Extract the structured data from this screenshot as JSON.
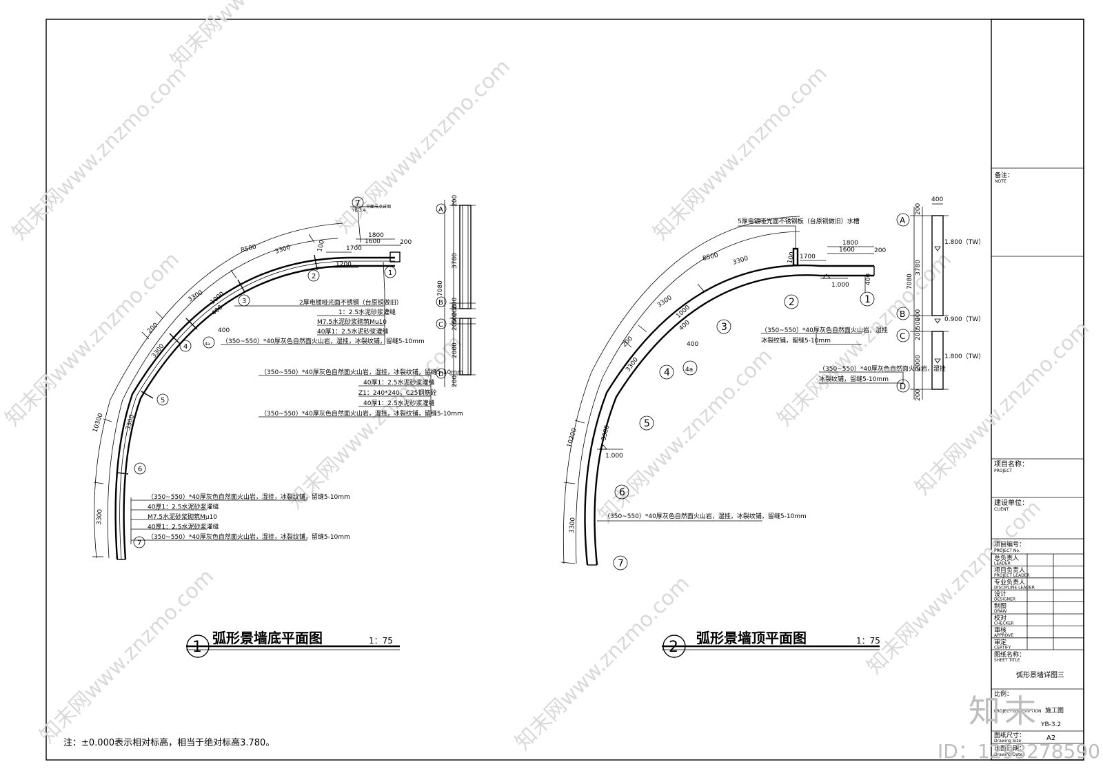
{
  "drawing1": {
    "number": "1",
    "title": "弧形景墙底平面图",
    "scale": "1：75",
    "detail_ref": {
      "number": "7",
      "sheet": "YB-3.4",
      "label": "平面节点详图"
    },
    "outer_dims": [
      "8500",
      "3300",
      "3300",
      "200",
      "3300",
      "10300",
      "3300",
      "3300"
    ],
    "top_dims": [
      "1800",
      "1600",
      "200",
      "1700",
      "1200",
      "100",
      "1000",
      "400",
      "400"
    ],
    "axis_markers": [
      "1",
      "2",
      "3",
      "4",
      "4a",
      "5",
      "6",
      "7"
    ],
    "notes_a": [
      "2厚电镀哑光面不锈钢（台原铜做旧）",
      "1：2.5水泥砂浆灌缝",
      "M7.5水泥砂浆砌筑Mu10",
      "40厚1：2.5水泥砂浆灌缝",
      "（350~550）*40厚灰色自然面火山岩，湿挂，冰裂纹铺，留缝5-10mm"
    ],
    "notes_b": [
      "（350~550）*40厚灰色自然面火山岩，湿挂，冰裂纹铺，留缝5-10mm",
      "40厚1：2.5水泥砂浆灌缝",
      "Z1：240*240，C25钢筋砼",
      "40厚1：2.5水泥砂浆灌缝",
      "（350~550）*40厚灰色自然面火山岩，湿挂，冰裂纹铺，留缝5-10mm"
    ],
    "notes_c": [
      "（350~550）*40厚灰色自然面火山岩，湿挂，冰裂纹铺，留缝5-10mm",
      "40厚1：2.5水泥砂浆灌缝",
      "M7.5水泥砂浆砌筑Mu10",
      "40厚1：2.5水泥砂浆灌缝",
      "（350~550）*40厚灰色自然面火山岩，湿挂，冰裂纹铺，留缝5-10mm"
    ],
    "section": {
      "grid": [
        "A",
        "B",
        "C",
        "D"
      ],
      "dims": [
        "200",
        "3780",
        "7080",
        "200",
        "200",
        "500",
        "200",
        "2000",
        "200"
      ]
    }
  },
  "drawing2": {
    "number": "2",
    "title": "弧形景墙顶平面图",
    "scale": "1：75",
    "top_note": "5厚电镀哑光面不锈钢板（台原铜做旧）水槽",
    "outer_dims": [
      "8500",
      "3300",
      "3300",
      "200",
      "3300",
      "10300",
      "3300",
      "3300"
    ],
    "top_dims": [
      "1800",
      "1600",
      "200",
      "1700",
      "400",
      "100",
      "1000",
      "400",
      "400"
    ],
    "levels": [
      "1.000",
      "1.000"
    ],
    "axis_markers": [
      "1",
      "2",
      "3",
      "4",
      "4a",
      "5",
      "6",
      "7"
    ],
    "note_1": [
      "（350~550）*40厚灰色自然面火山岩，湿挂",
      "冰裂纹铺，留缝5-10mm"
    ],
    "note_2": [
      "（350~550）*40厚灰色自然面火山岩，湿挂",
      "冰裂纹铺，留缝5-10mm"
    ],
    "note_3": "（350~550）*40厚灰色自然面火山岩，湿挂，冰裂纹铺，留缝5-10mm",
    "section": {
      "grid": [
        "A",
        "B",
        "C",
        "D"
      ],
      "dims": [
        "400",
        "200",
        "3780",
        "7080",
        "200",
        "500",
        "200",
        "2000",
        "200"
      ],
      "levels": [
        "1.800（TW）",
        "0.900（TW）",
        "1.800（TW）"
      ]
    }
  },
  "footnote": "注：±0.000表示相对标高，相当于绝对标高3.780。",
  "title_block": {
    "note_cn": "备注：",
    "note_en": "NOTE",
    "project_cn": "项目名称：",
    "project_en": "PROJECT",
    "client_cn": "建设单位：",
    "client_en": "CLIENT",
    "project_no_cn": "项目编号：",
    "project_no_en": "PROJECT No.",
    "roles": [
      {
        "cn": "总负责人",
        "en": "LEADER"
      },
      {
        "cn": "项目负责人",
        "en": "PROJECT LEADER"
      },
      {
        "cn": "专业负责人",
        "en": "DISCIPLINE LEADER"
      },
      {
        "cn": "设计",
        "en": "DESIGNER"
      },
      {
        "cn": "制图",
        "en": "DRAW"
      },
      {
        "cn": "校对",
        "en": "CHECKER"
      },
      {
        "cn": "审核",
        "en": "APPROVE"
      },
      {
        "cn": "审定",
        "en": "CERTIFY"
      }
    ],
    "sheet_title_cn": "图纸名称：",
    "sheet_title_en": "SHEET TITLE",
    "sheet_title": "弧形景墙详图三",
    "scale_cn": "比例：",
    "desc_en": "PROJECT DESCRIPTION",
    "desc_value": "施工图",
    "sheet_no": "YB-3.2",
    "size_cn": "图纸尺寸：",
    "size_en": "Drawing Size",
    "size_value": "A2",
    "date_cn": "出图日期：",
    "date_en": "Drawing Date"
  },
  "watermark": {
    "text": "知末网www.znzmo.com",
    "logo": "知末",
    "id": "ID：1293278590"
  }
}
